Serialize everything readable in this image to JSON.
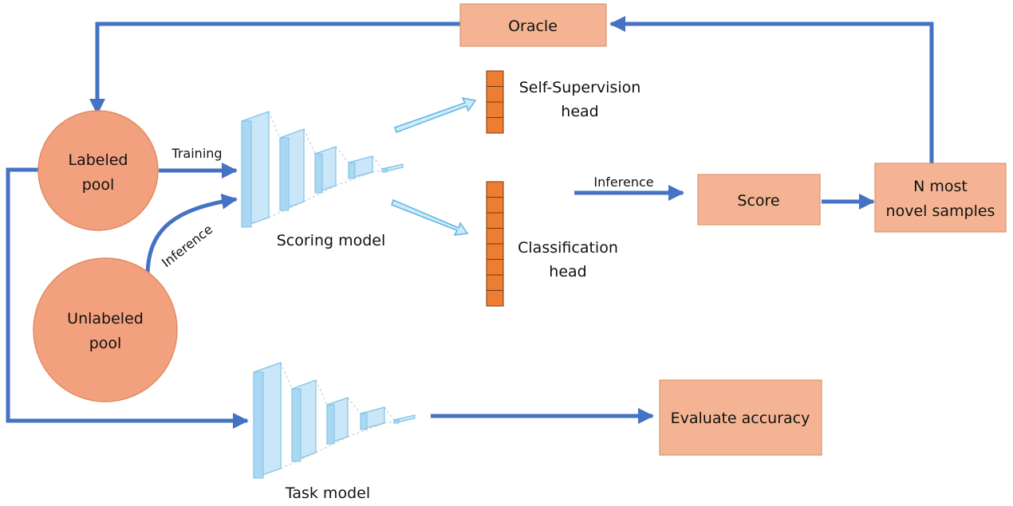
{
  "colors": {
    "arrow": "#4472C4",
    "box_fill": "#F4B493",
    "box_stroke": "#D9946F",
    "pool_fill": "#F2A07E",
    "pool_stroke": "#E08A62",
    "head_cell": "#ED7D31",
    "head_stroke": "#7A3A10",
    "cnn_fill": "#C9E7F8",
    "cnn_stroke": "#7FC1E6",
    "cnn_shade": "#A9D8F3",
    "small_arrow_fill": "#CDEBFA",
    "small_arrow_stroke": "#5FB3E0"
  },
  "nodes": {
    "oracle": "Oracle",
    "labeled_pool": [
      "Labeled",
      "pool"
    ],
    "unlabeled_pool": [
      "Unlabeled",
      "pool"
    ],
    "score": "Score",
    "n_most": [
      "N most",
      "novel samples"
    ],
    "evaluate": "Evaluate accuracy",
    "ssl_head": [
      "Self-Supervision",
      "head"
    ],
    "cls_head": [
      "Classification",
      "head"
    ],
    "scoring_model": "Scoring model",
    "task_model": "Task model"
  },
  "edges": {
    "training": "Training",
    "inference_pool": "Inference",
    "inference_score": "Inference"
  },
  "heads": {
    "ssl_cells": 4,
    "cls_cells": 8
  },
  "icons": {
    "cnn": "cnn-pyramid-icon"
  }
}
